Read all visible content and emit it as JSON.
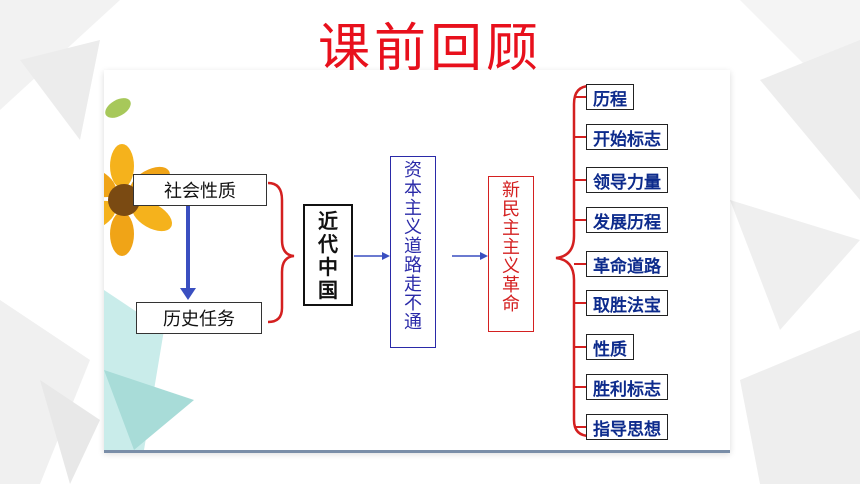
{
  "title": "课前回顾",
  "left": {
    "nature": "社会性质",
    "task": "历史任务"
  },
  "center_label": [
    "近",
    "代",
    "中",
    "国"
  ],
  "capitalism_label": [
    "资",
    "本",
    "主",
    "义",
    "道",
    "路",
    "走",
    "不",
    "通"
  ],
  "revolution_label": [
    "新",
    "民",
    "主",
    "主",
    "义",
    "革",
    "命"
  ],
  "items": [
    "历程",
    "开始标志",
    "领导力量",
    "发展历程",
    "革命道路",
    "取胜法宝",
    "性质",
    "胜利标志",
    "指导思想"
  ],
  "colors": {
    "title": "#e8101c",
    "blue_box": "#2a2aa8",
    "red_box": "#d42020",
    "item_text": "#0d2b8c",
    "bracket_red": "#d42020",
    "arrow_blue": "#3a4fc0"
  }
}
